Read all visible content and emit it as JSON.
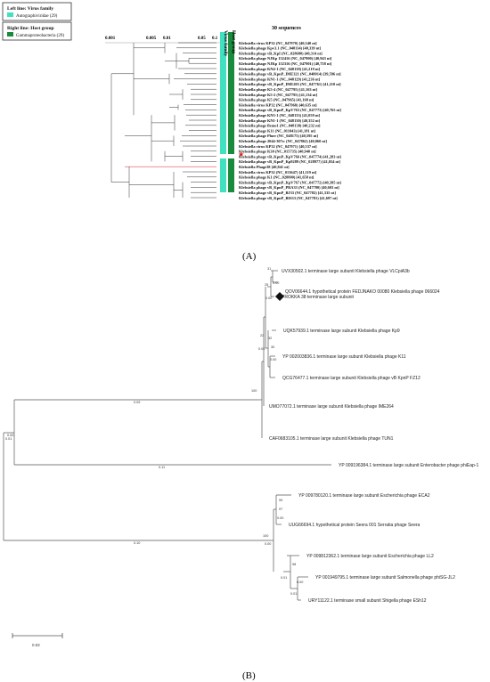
{
  "panel_a": {
    "legend_left_title": "Left line: Virus family",
    "legend_left_item": "Autographiviridae (29)",
    "legend_right_title": "Right line: Host group",
    "legend_right_item": "Gammaproteobacteria (29)",
    "col_virus_family": "Virus family",
    "col_host_group": "Host group",
    "sequences_label": "30 sequences",
    "scale_ticks": [
      "0.001",
      "0.005",
      "0.01",
      "0.05",
      "0.1"
    ],
    "caption": "(A)",
    "colors": {
      "family": "#40e0c0",
      "host": "#1a8a3c",
      "highlight": "#e02020",
      "legend_border": "#333333"
    },
    "leaves": [
      "Klebsiella virus KP32 (NC_047970) [40,540 nt]",
      "Klebsiella phage Kpv3.1 (NC_048114) [40,339 nt]",
      "Klebsiella phage vB_KpI (NC_028680) [40,314 nt]",
      "Klebsiella phage NJKp 152416 (NC_047900) [40,943 nt]",
      "Klebsiella phage NJKp 152316 (NC_047901) [40,758 nt]",
      "Klebsiella phage KN4-1 (NC_048139) [41,219 nt]",
      "Klebsiella phage vB_KpnP_IME321 (NC_048014) [39,596 nt]",
      "Klebsiella phage KN1-1 (NC_048129) [41,236 nt]",
      "Klebsiella phage vB_KpnP_IME205 (NC_047761) [41,210 nt]",
      "Klebsiella phage K5-4 (NC_047795) [41,163 nt]",
      "Klebsiella phage K5-2 (NC_047795) [41,134 nt]",
      "Klebsiella phage K5 (NC_047965) [41,168 nt]",
      "Klebsiella virus KP32 (NC_047968) [40,635 nt]",
      "Klebsiella phage vB_KpnP_KpV763 (NC_047773) [40,765 nt]",
      "Klebsiella phage KN3-1 (NC_048133) [41,059 nt]",
      "Klebsiella phage KN1-1 (NC_048130) [40,352 nt]",
      "Klebsiella phage flemo1 (NC_048138) [40,232 nt]",
      "Klebsiella phage K11 (NC_011043) [41,181 nt]",
      "Klebsiella phage Pluer (NC_048175) [40,595 nt]",
      "Klebsiella phage 2044-307w (NC_047862) [40,060 nt]",
      "Klebsiella virus KP32 (NC_047971) [40,537 nt]",
      "Klebsiella phage K30 (NC_015735) [40,940 nt]",
      "Klebsiella phage vB_KpnP_KpV766 (NC_047774) [41,283 nt]",
      "Klebsiella phage vB_KpnP_Kp9289 (NC_028977) [41,054 nt]",
      "Klebsiella Phage38 [40,841 nt]",
      "Klebsiella virus KP32 (NC_013647) [41,119 nt]",
      "Klebsiella phage K1 (NC_028800) [41,658 nt]",
      "Klebsiella phage vB_KpnP_KpV767 (NC_047772) [40,395 nt]",
      "Klebsiella phage vB_KpnP_PRA33 (NC_047780) [40,603 nt]",
      "Klebsiella phage vB_KpnP_BJ33 (NC_047782) [41,335 nt]",
      "Klebsiella phage vB_KpnP_BIS33 (NC_047781) [41,697 nt]"
    ]
  },
  "panel_b": {
    "caption": "(B)",
    "scale_bar_label": "0.02",
    "highlight_leaf": "PROKKA 38 terminase large subunit",
    "leaves": [
      "UVX30502.1 terminase large subunit Klebsiella phage VLCpiA3b",
      "QOV06644.1 hypothetical protein FEDJNAKO 00080 Klebsiella phage 066024",
      "PROKKA 38 terminase large subunit",
      "UQK57939.1 terminase large subunit Klebsiella phage Kp9",
      "YP 002003836.1 terminase large subunit Klebsiella phage K11",
      "QCG76477.1 terminase large subunit Klebsiella phage vB KpnP FZ12",
      "UMO77072.1 terminase large subunit Klebsiella phage IME264",
      "CAF0683105.1 terminase large subunit Klebsiella phage TUN1",
      "YP 009196384.1 terminase large subunit Enterobacter phage phiEap-1",
      "YP 009780120.1 terminase large subunit Escherichia phage ECA2",
      "UUG66694.1 hypothetical protein Seera 001 Serratia phage Seera",
      "YP 009812362.1 terminase large subunit Escherichia phage LL2",
      "YP 001949795.1 terminase large subunit Salmonella phage phiSG-JL2",
      "URY11122.1 terminase small subunit Shigella phage ESh12"
    ],
    "node_labels": [
      "31",
      "0.00",
      "25",
      "0.00",
      "22",
      "32",
      "30",
      "0.00",
      "100",
      "0.00",
      "0.09",
      "0.00",
      "0.11",
      "0.10",
      "99",
      "97",
      "0.00",
      "0.01",
      "100",
      "0.00",
      "98",
      "0.00",
      "0.01",
      "0.01"
    ],
    "branch_labels": []
  }
}
